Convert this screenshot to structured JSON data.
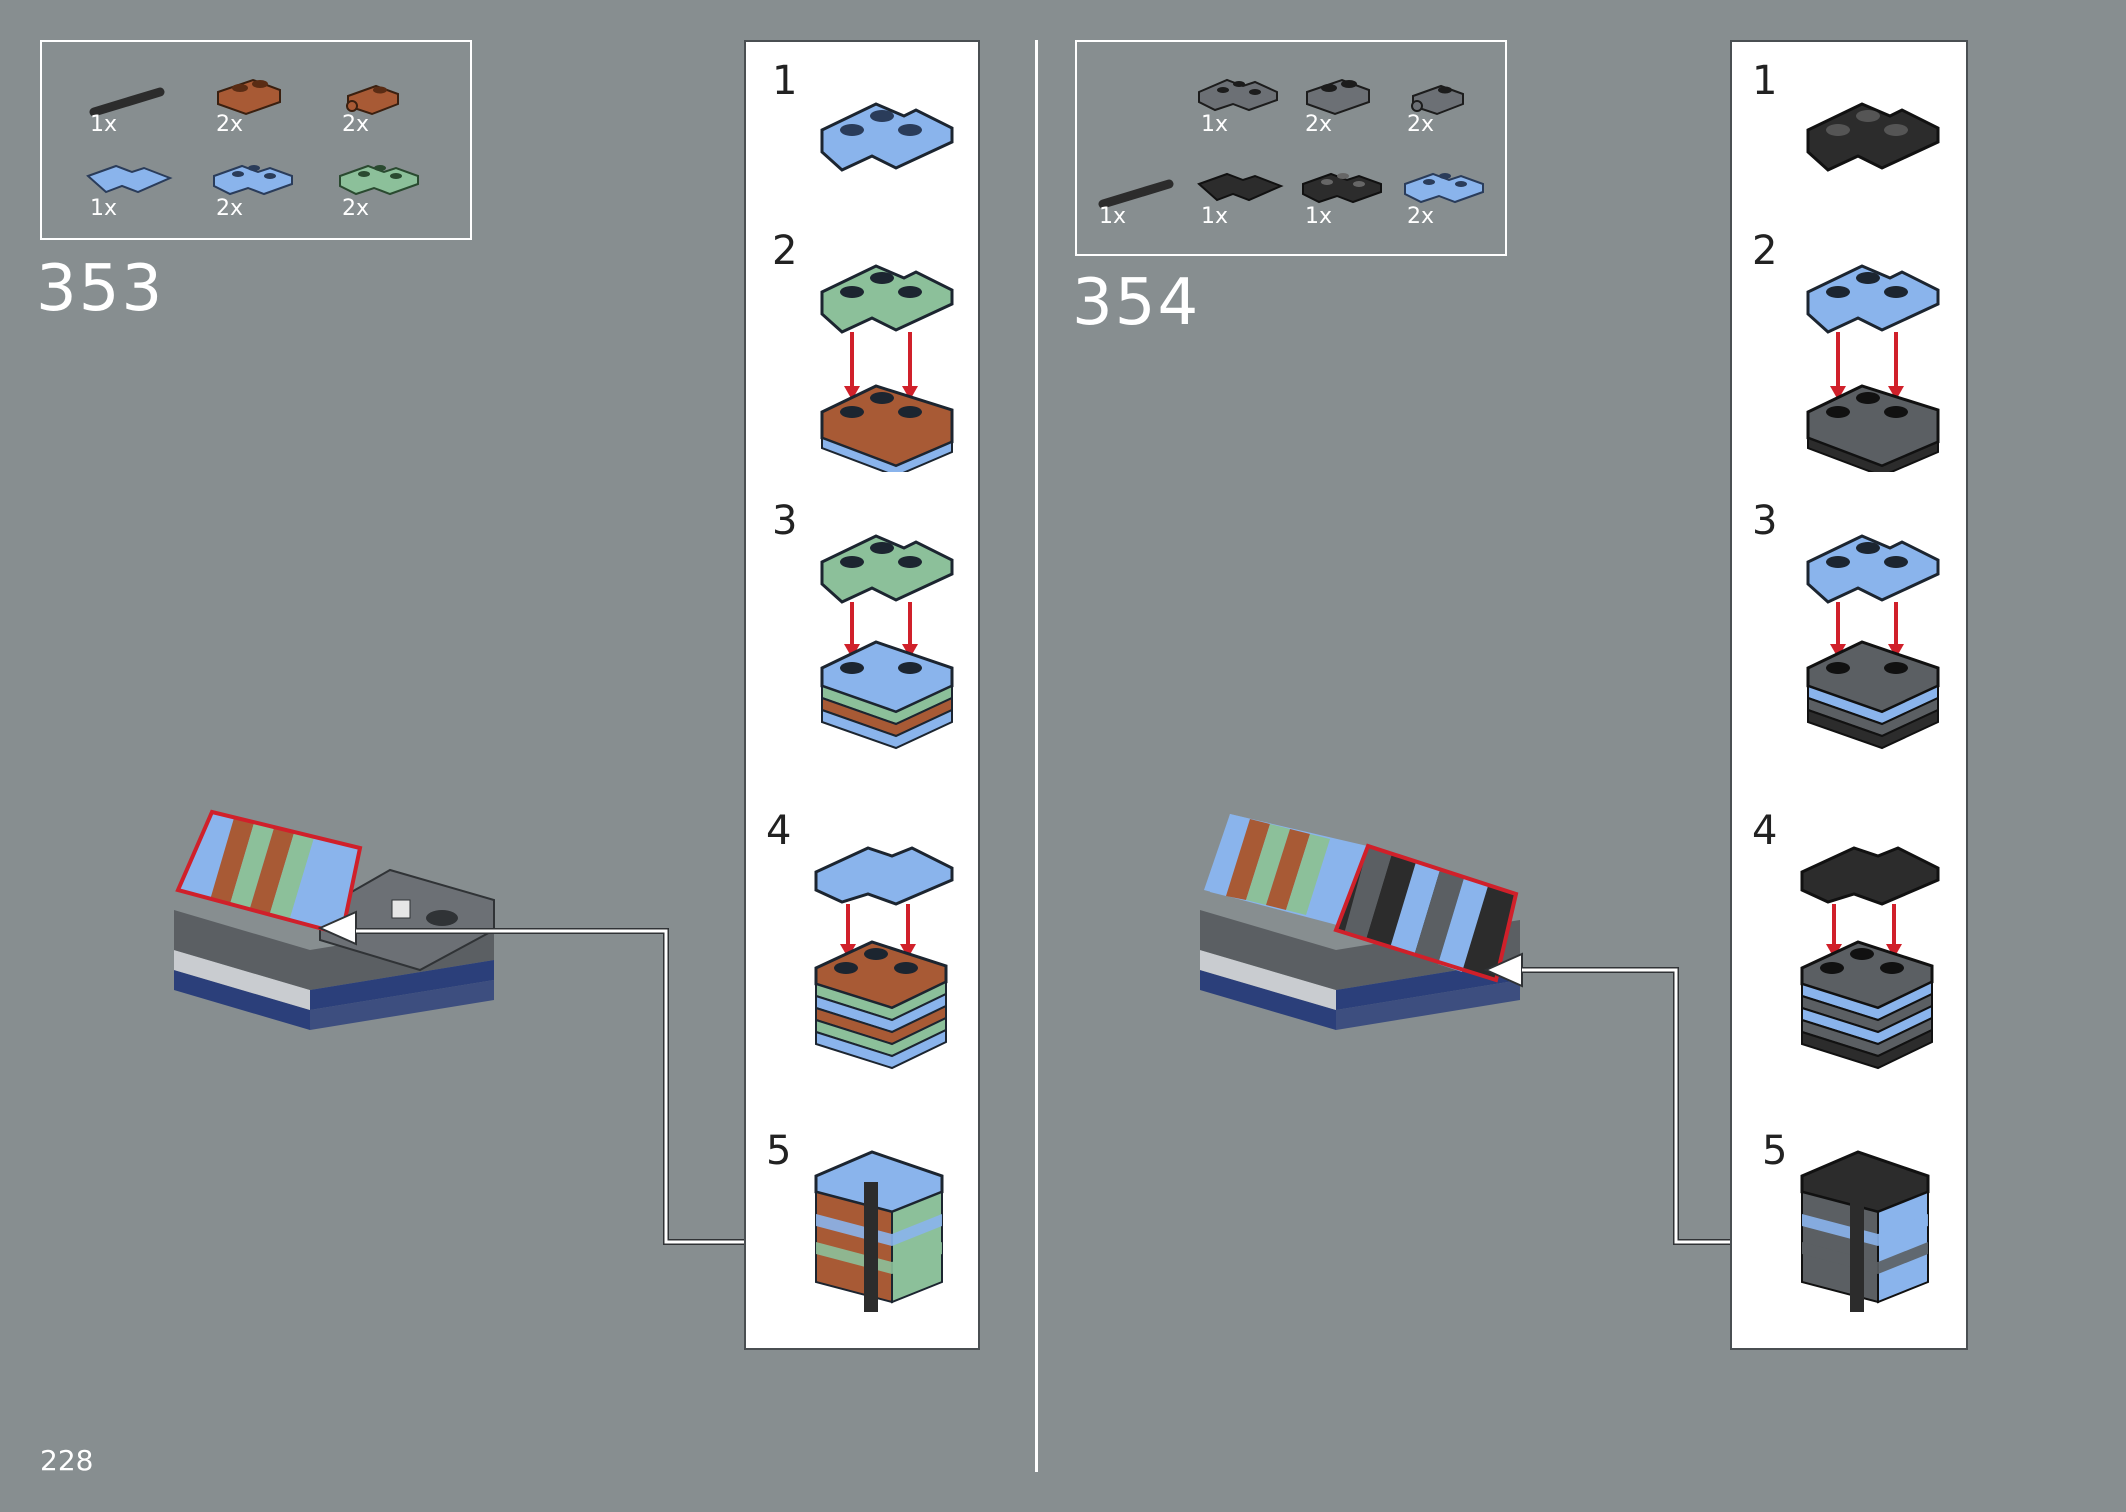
{
  "page_number": "228",
  "colors": {
    "background": "#878e90",
    "callout_arrow": "#d0202a",
    "blue": "#8ab4ec",
    "brown": "#a85a35",
    "green": "#8cc09a",
    "black": "#2c2c2c",
    "dark_grey": "#5b5f63",
    "navy": "#2b3f7a"
  },
  "steps": [
    {
      "number": "353",
      "parts": [
        {
          "icon": "black-bar-icon",
          "qty": "1x"
        },
        {
          "icon": "brown-plate-icon",
          "qty": "2x"
        },
        {
          "icon": "brown-clip-plate-icon",
          "qty": "2x"
        },
        {
          "icon": "blue-corner-tile-icon",
          "qty": "1x"
        },
        {
          "icon": "blue-corner-plate-icon",
          "qty": "2x"
        },
        {
          "icon": "green-corner-plate-icon",
          "qty": "2x"
        }
      ],
      "substeps": [
        "1",
        "2",
        "3",
        "4",
        "5"
      ]
    },
    {
      "number": "354",
      "parts": [
        {
          "icon": "dark-corner-plate-icon",
          "qty": "1x"
        },
        {
          "icon": "dark-plate-icon",
          "qty": "2x"
        },
        {
          "icon": "dark-clip-plate-icon",
          "qty": "2x"
        },
        {
          "icon": "black-bar-icon",
          "qty": "1x"
        },
        {
          "icon": "black-corner-tile-icon",
          "qty": "1x"
        },
        {
          "icon": "black-corner-plate-icon",
          "qty": "1x"
        },
        {
          "icon": "blue-corner-plate-icon",
          "qty": "2x"
        }
      ],
      "substeps": [
        "1",
        "2",
        "3",
        "4",
        "5"
      ]
    }
  ]
}
